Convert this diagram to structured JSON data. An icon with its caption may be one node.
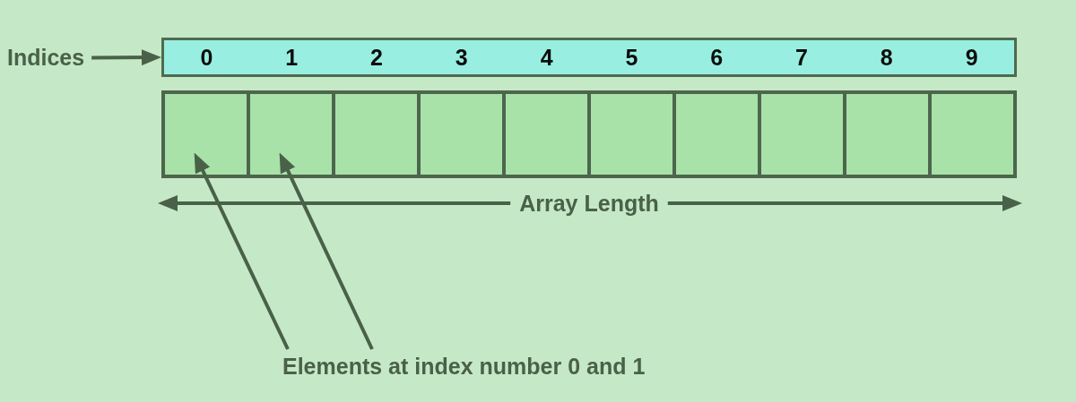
{
  "diagram": {
    "nodes": [
      {
        "text": [
          "Indices"
        ]
      },
      {
        "text": [
          "0",
          "1",
          "2",
          "3",
          "4",
          "5",
          "6",
          "7",
          "8",
          "9"
        ]
      },
      {
        "text": [],
        "shape": "box"
      },
      {
        "text": [],
        "shape": "box"
      },
      {
        "text": [],
        "shape": "box"
      },
      {
        "text": [],
        "shape": "box"
      },
      {
        "text": [],
        "shape": "box"
      },
      {
        "text": [],
        "shape": "box"
      },
      {
        "text": [],
        "shape": "box"
      },
      {
        "text": [],
        "shape": "box"
      },
      {
        "text": [],
        "shape": "box"
      },
      {
        "text": [],
        "shape": "box"
      },
      {
        "text": [
          "Elements at index number 0 and 1"
        ]
      }
    ],
    "edges": [
      {
        "from": 0,
        "to": 1,
        "arrow": "to"
      },
      {
        "from": 12,
        "to": 2,
        "arrow": "to"
      },
      {
        "from": 12,
        "to": 3,
        "arrow": "to"
      }
    ],
    "labels": [
      "Array Length"
    ]
  }
}
